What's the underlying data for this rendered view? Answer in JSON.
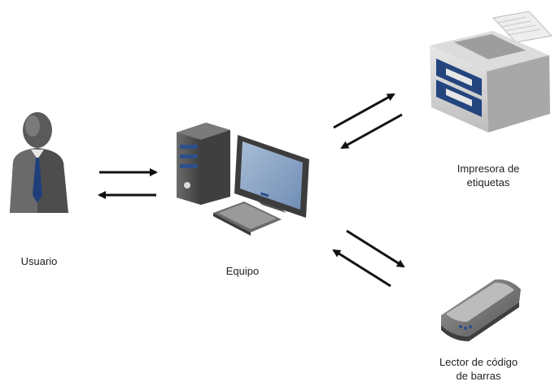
{
  "nodes": {
    "user": {
      "label": "Usuario",
      "icon": "user-icon"
    },
    "computer": {
      "label": "Equipo",
      "icon": "desktop-computer-icon"
    },
    "printer": {
      "label_lines": [
        "Impresora de",
        "etiquetas"
      ],
      "icon": "label-printer-icon"
    },
    "scanner": {
      "label_lines": [
        "Lector de código",
        "de barras"
      ],
      "icon": "barcode-scanner-icon"
    }
  },
  "connections": [
    {
      "from": "user",
      "to": "computer",
      "direction": "bidirectional"
    },
    {
      "from": "computer",
      "to": "printer",
      "direction": "bidirectional"
    },
    {
      "from": "computer",
      "to": "scanner",
      "direction": "bidirectional"
    }
  ],
  "colors": {
    "dark_gray": "#4a4a4a",
    "mid_gray": "#8a8a8a",
    "light_gray": "#d9d9d9",
    "accent_blue": "#1f3f7a",
    "screen_blue": "#8fa8c8",
    "arrow": "#111111"
  }
}
